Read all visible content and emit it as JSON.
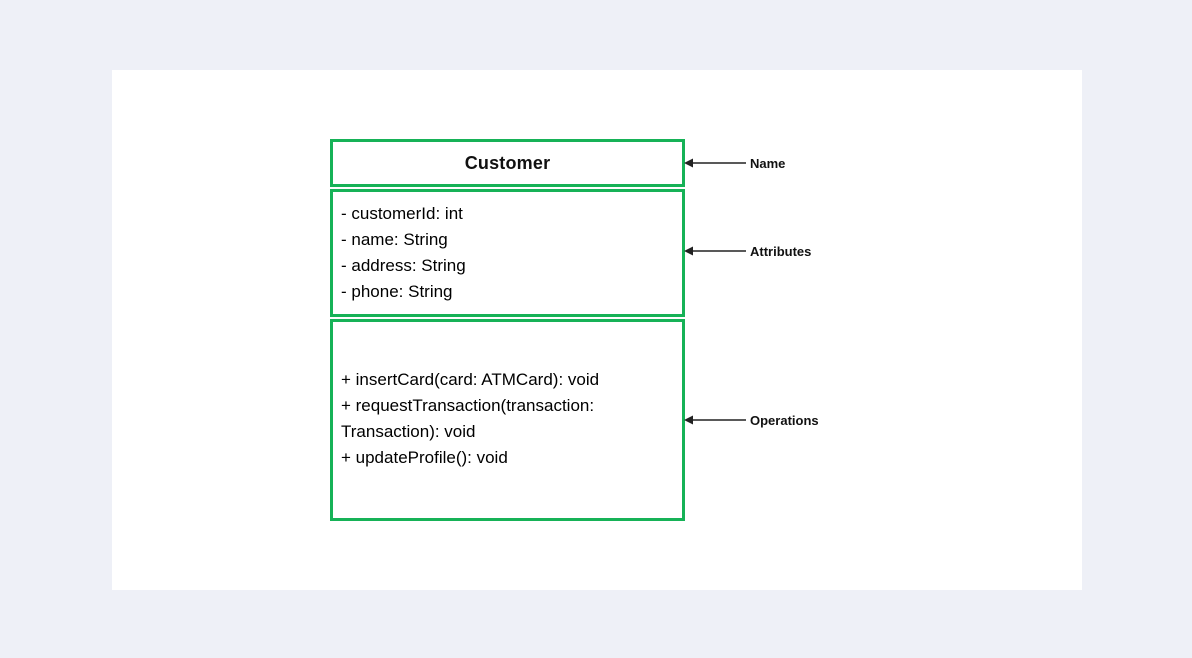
{
  "diagram": {
    "class_name": "Customer",
    "attributes": [
      "- customerId: int",
      "- name: String",
      "- address: String",
      "- phone: String"
    ],
    "operations": [
      "+ insertCard(card: ATMCard): void",
      "+ requestTransaction(transaction: Transaction): void",
      "+ updateProfile(): void"
    ],
    "annotations": {
      "name_label": "Name",
      "attributes_label": "Attributes",
      "operations_label": "Operations"
    },
    "icons": {
      "pointer": "arrow-left"
    },
    "colors": {
      "box_border": "#16b257",
      "canvas_background": "#ffffff",
      "page_background": "#eef0f7",
      "arrow": "#222222",
      "text": "#000000"
    }
  }
}
